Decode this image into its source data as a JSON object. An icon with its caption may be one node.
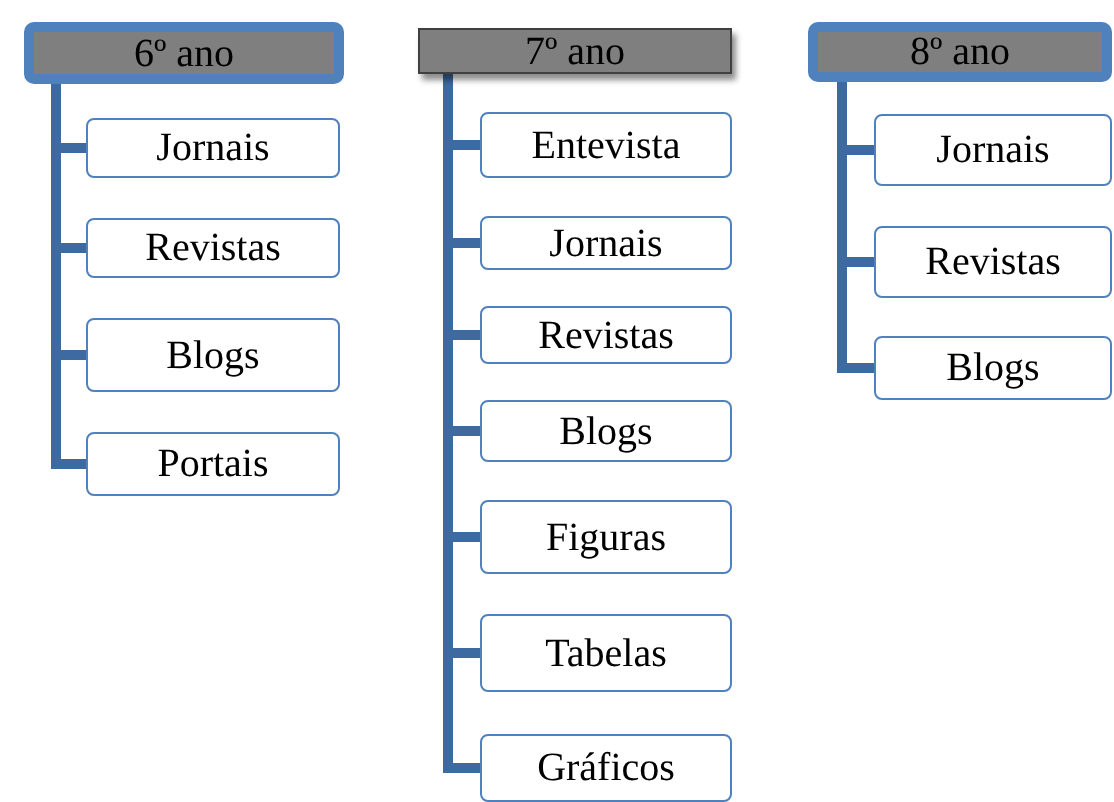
{
  "diagram": {
    "nodes": [
      {
        "text": [
          "6º ano"
        ]
      },
      {
        "text": [
          "Jornais"
        ]
      },
      {
        "text": [
          "Revistas"
        ]
      },
      {
        "text": [
          "Blogs"
        ]
      },
      {
        "text": [
          "Portais"
        ]
      },
      {
        "text": [
          "7º ano"
        ]
      },
      {
        "text": [
          "Entevista"
        ]
      },
      {
        "text": [
          "Jornais"
        ]
      },
      {
        "text": [
          "Revistas"
        ]
      },
      {
        "text": [
          "Blogs"
        ]
      },
      {
        "text": [
          "Figuras"
        ]
      },
      {
        "text": [
          "Tabelas"
        ]
      },
      {
        "text": [
          "Gráficos"
        ]
      },
      {
        "text": [
          "8º ano"
        ]
      },
      {
        "text": [
          "Jornais"
        ]
      },
      {
        "text": [
          "Revistas"
        ]
      },
      {
        "text": [
          "Blogs"
        ]
      }
    ],
    "edges": [
      {
        "from": 0,
        "to": 1,
        "arrow": "none"
      },
      {
        "from": 0,
        "to": 2,
        "arrow": "none"
      },
      {
        "from": 0,
        "to": 3,
        "arrow": "none"
      },
      {
        "from": 0,
        "to": 4,
        "arrow": "none"
      },
      {
        "from": 5,
        "to": 6,
        "arrow": "none"
      },
      {
        "from": 5,
        "to": 7,
        "arrow": "none"
      },
      {
        "from": 5,
        "to": 8,
        "arrow": "none"
      },
      {
        "from": 5,
        "to": 9,
        "arrow": "none"
      },
      {
        "from": 5,
        "to": 10,
        "arrow": "none"
      },
      {
        "from": 5,
        "to": 11,
        "arrow": "none"
      },
      {
        "from": 5,
        "to": 12,
        "arrow": "none"
      },
      {
        "from": 13,
        "to": 14,
        "arrow": "none"
      },
      {
        "from": 13,
        "to": 15,
        "arrow": "none"
      },
      {
        "from": 13,
        "to": 16,
        "arrow": "none"
      }
    ]
  }
}
